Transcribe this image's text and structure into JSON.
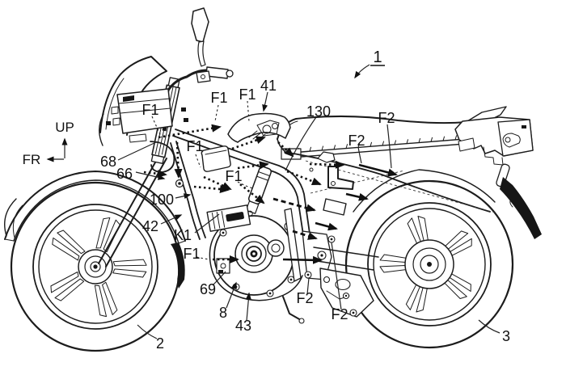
{
  "figure": {
    "type": "patent-line-drawing",
    "subject": "motorcycle side view with cooling airflow arrows",
    "colors": {
      "ink": "#1c1c1c",
      "background": "#ffffff"
    },
    "labels": {
      "axis_up": "UP",
      "axis_fr": "FR",
      "fig_no": "1",
      "ref_2": "2",
      "ref_3": "3",
      "ref_8": "8",
      "ref_41": "41",
      "ref_42": "42",
      "ref_43": "43",
      "ref_66": "66",
      "ref_68": "68",
      "ref_69": "69",
      "ref_100": "100",
      "ref_130": "130",
      "ref_k1": "K1",
      "flow_f1": "F1",
      "flow_f2": "F2"
    }
  }
}
